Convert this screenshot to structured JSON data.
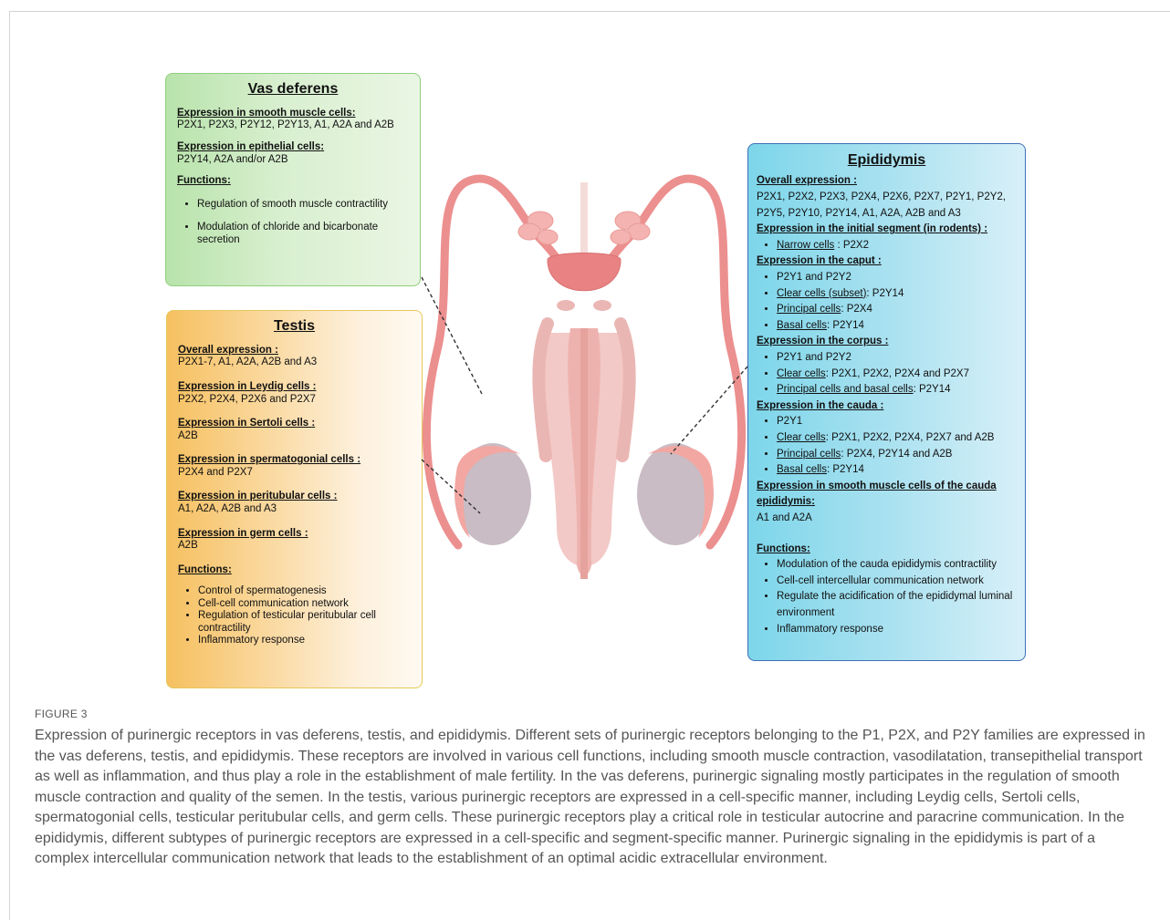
{
  "vas": {
    "title": "Vas deferens",
    "smooth_h": "Expression in smooth muscle cells:",
    "smooth_t": "P2X1, P2X3, P2Y12, P2Y13,  A1, A2A and A2B",
    "epi_h": "Expression in epithelial cells",
    "epi_colon": ":",
    "epi_t": "P2Y14, A2A and/or A2B",
    "func_h": "Functions:",
    "functions": [
      "Regulation of smooth muscle contractility",
      "Modulation of chloride and bicarbonate secretion"
    ]
  },
  "testis": {
    "title": "Testis",
    "overall_h": "Overall expression :",
    "overall_t": "P2X1-7, A1, A2A, A2B and A3",
    "leydig_h": "Expression in Leydig cells :",
    "leydig_t": "P2X2, P2X4, P2X6 and P2X7",
    "sertoli_h": "Expression in Sertoli cells ",
    "sertoli_s": ":",
    "sertoli_t": "A2B",
    "sperm_h": "Expression in spermatogonial cells",
    "sperm_s": " :",
    "sperm_t": "P2X4 and P2X7",
    "peri_h": "Expression in peritubular cells",
    "peri_s": " :",
    "peri_t": "A1, A2A, A2B and A3",
    "germ_h": "Expression in germ cells",
    "germ_s": " :",
    "germ_t": "A2B",
    "func_h": "Functions:",
    "functions": [
      "Control of spermatogenesis",
      "Cell-cell communication network",
      "Regulation of testicular peritubular cell contractility",
      "Inflammatory response"
    ]
  },
  "epi": {
    "title": "Epididymis",
    "overall_h": "Overall expression :",
    "overall_t": "P2X1, P2X2, P2X3, P2X4, P2X6, P2X7, P2Y1, P2Y2, P2Y5, P2Y10,  P2Y14, A1, A2A, A2B and A3",
    "initial_h": "Expression in the initial segment (in rodents) :",
    "initial_u": "Narrow cells",
    "initial_t": " : P2X2",
    "caput_h": "Expression in the caput :",
    "caput_1": "P2Y1 and P2Y2",
    "caput_2u": "Clear cells (subset)",
    "caput_2t": ": P2Y14",
    "caput_3u": "Principal cells",
    "caput_3t": ": P2X4",
    "caput_4u": "Basal cells",
    "caput_4t": ": P2Y14",
    "corpus_h": "Expression in the corpus :",
    "corpus_1": "P2Y1 and P2Y2",
    "corpus_2u": "Clear cells",
    "corpus_2t": ": P2X1, P2X2, P2X4 and P2X7",
    "corpus_3u": "Principal cells and basal cells",
    "corpus_3t": ": P2Y14",
    "cauda_h": "Expression in the cauda :",
    "cauda_1": "P2Y1",
    "cauda_2u": "Clear cells",
    "cauda_2t": ": P2X1, P2X2, P2X4, P2X7 and A2B",
    "cauda_3u": "Principal cells",
    "cauda_3t": ": P2X4, P2Y14 and A2B",
    "cauda_4u": "Basal cells",
    "cauda_4t": ": P2Y14",
    "smooth_h": "Expression in smooth muscle cells of the cauda epididymis:",
    "smooth_t": "A1 and A2A",
    "func_h": "Functions:",
    "functions": [
      "Modulation of the cauda epididymis contractility",
      "Cell-cell intercellular communication network",
      "Regulate the acidification of the epididymal luminal environment",
      "Inflammatory response"
    ]
  },
  "caption": {
    "label": "FIGURE 3",
    "text": "Expression of purinergic receptors in vas deferens, testis, and epididymis. Different sets of purinergic receptors belonging to the P1, P2X, and P2Y families are expressed in the vas deferens, testis, and epididymis. These receptors are involved in various cell functions, including smooth muscle contraction, vasodilatation, transepithelial transport as well as inflammation, and thus play a role in the establishment of male fertility. In the vas deferens, purinergic signaling mostly participates in the regulation of smooth muscle contraction and quality of the semen. In the testis, various purinergic receptors are expressed in a cell-specific manner, including Leydig cells, Sertoli cells, spermatogonial cells, testicular peritubular cells, and germ cells. These purinergic receptors play a critical role in testicular autocrine and paracrine communication. In the epididymis, different subtypes of purinergic receptors are expressed in a cell-specific and segment-specific manner. Purinergic signaling in the epididymis is part of a complex intercellular communication network that leads to the establishment of an optimal acidic extracellular environment."
  },
  "colors": {
    "vas_border": "#8fcf7f",
    "testis_border": "#e6c85a",
    "epi_border": "#3f6fb6",
    "duct": "#ec8f8f",
    "testis_body": "#c9bcc4",
    "penis": "#f2c9c6"
  }
}
